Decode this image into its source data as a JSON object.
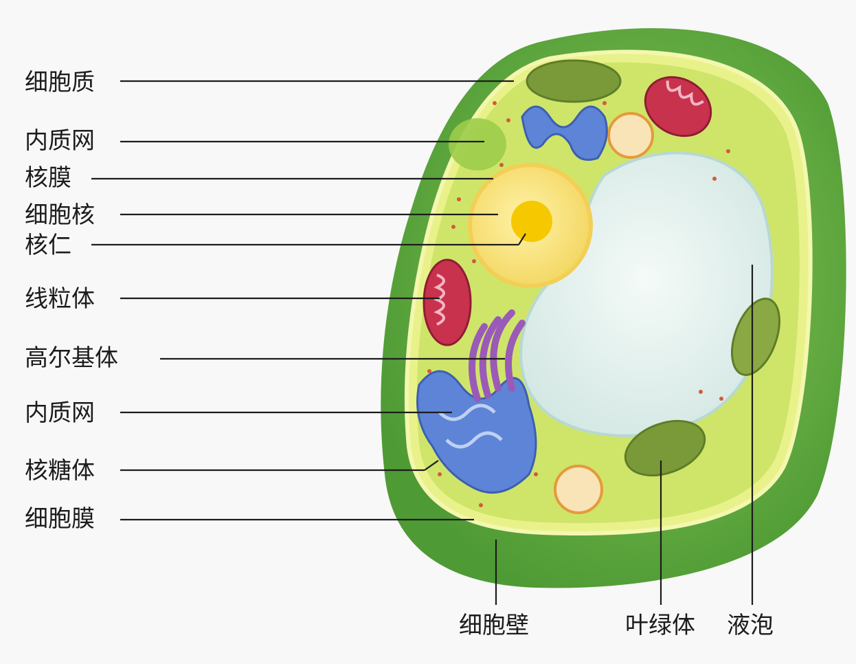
{
  "labels": {
    "cytoplasm": "细胞质",
    "er_top": "内质网",
    "nuclear_envelope": "核膜",
    "nucleus": "细胞核",
    "nucleolus": "核仁",
    "mitochondrion": "线粒体",
    "golgi": "高尔基体",
    "er_bottom": "内质网",
    "ribosome": "核糖体",
    "cell_membrane": "细胞膜",
    "cell_wall": "细胞壁",
    "chloroplast": "叶绿体",
    "vacuole": "液泡"
  },
  "colors": {
    "cell_wall": "#5aa83a",
    "cytoplasm": "#cfe56a",
    "vacuole": "#e4f1ee",
    "nucleus": "#fbe57a",
    "nucleolus": "#f5c800",
    "mitochondrion": "#c8324d",
    "chloroplast": "#7a9a3a",
    "er": "#5d84d6",
    "golgi": "#9a5ab8",
    "leader_line": "#1c1c1c"
  }
}
